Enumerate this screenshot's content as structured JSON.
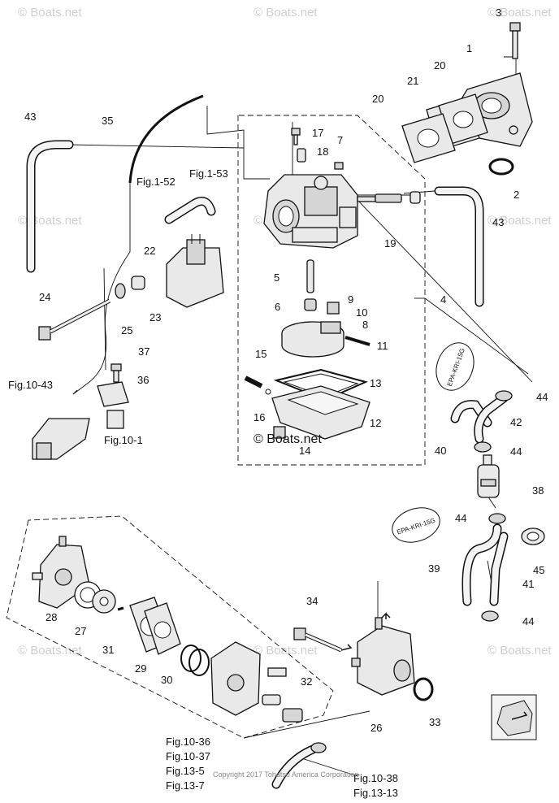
{
  "watermark": "© Boats.net",
  "copyright": "Copyright 2017 Tohatsu America Corporation",
  "stamp": "© Boats.net",
  "epa_tag_upper": "EPA-KRI-15G",
  "epa_tag_lower": "EPA-KRI-15G",
  "callouts": {
    "n1": "1",
    "n2": "2",
    "n3": "3",
    "n4": "4",
    "n5": "5",
    "n6": "6",
    "n7": "7",
    "n8": "8",
    "n9": "9",
    "n10": "10",
    "n11": "11",
    "n12": "12",
    "n13": "13",
    "n14": "14",
    "n15": "15",
    "n16": "16",
    "n17": "17",
    "n18": "18",
    "n19": "19",
    "n20a": "20",
    "n20b": "20",
    "n21": "21",
    "n22": "22",
    "n23": "23",
    "n24": "24",
    "n25": "25",
    "n26": "26",
    "n27": "27",
    "n28": "28",
    "n29": "29",
    "n30": "30",
    "n31": "31",
    "n32": "32",
    "n33": "33",
    "n34": "34",
    "n35": "35",
    "n36": "36",
    "n37": "37",
    "n38": "38",
    "n39": "39",
    "n40": "40",
    "n41": "41",
    "n42": "42",
    "n43a": "43",
    "n43b": "43",
    "n44a": "44",
    "n44b": "44",
    "n44c": "44",
    "n44d": "44",
    "n45": "45"
  },
  "figure_refs": {
    "f1_52": "Fig.1-52",
    "f1_53": "Fig.1-53",
    "f10_43": "Fig.10-43",
    "f10_1": "Fig.10-1",
    "f10_36": "Fig.10-36",
    "f10_37": "Fig.10-37",
    "f13_5": "Fig.13-5",
    "f13_7": "Fig.13-7",
    "f10_38": "Fig.10-38",
    "f13_13": "Fig.13-13"
  }
}
